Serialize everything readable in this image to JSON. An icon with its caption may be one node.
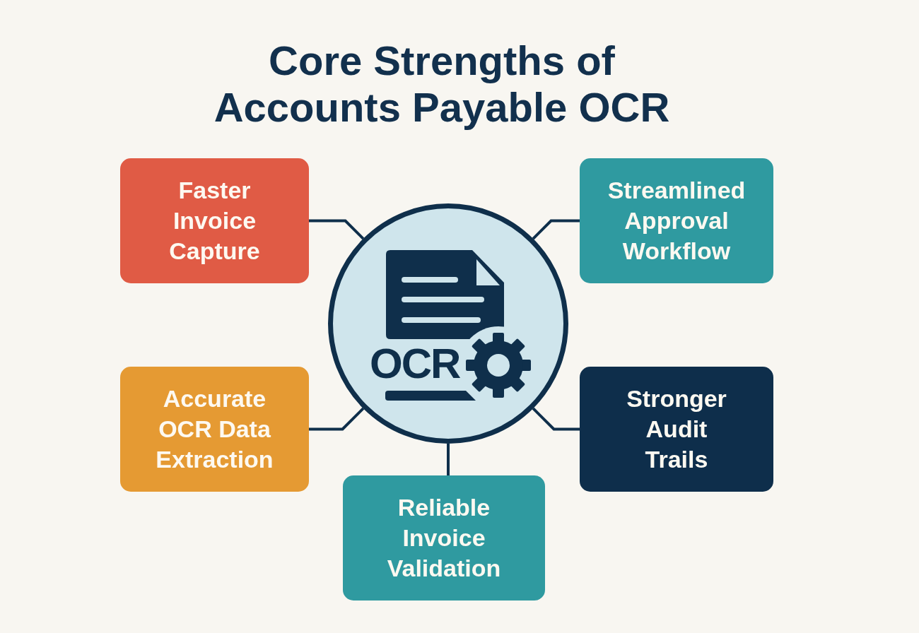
{
  "diagram": {
    "title": "Core Strengths of Accounts Payable OCR",
    "nodes": [
      {
        "text": [
          "Faster Invoice Capture"
        ]
      },
      {
        "text": [
          "Streamlined Approval Workflow"
        ]
      },
      {
        "text": [
          "OCR"
        ]
      },
      {
        "text": [
          "Accurate OCR Data Extraction"
        ]
      },
      {
        "text": [
          "Stronger Audit Trails"
        ]
      },
      {
        "text": [
          "Reliable Invoice Validation"
        ]
      }
    ],
    "edges": [
      {
        "from": 2,
        "to": 0,
        "arrow": "none"
      },
      {
        "from": 2,
        "to": 1,
        "arrow": "none"
      },
      {
        "from": 2,
        "to": 3,
        "arrow": "none"
      },
      {
        "from": 2,
        "to": 4,
        "arrow": "none"
      },
      {
        "from": 2,
        "to": 5,
        "arrow": "none"
      }
    ]
  }
}
